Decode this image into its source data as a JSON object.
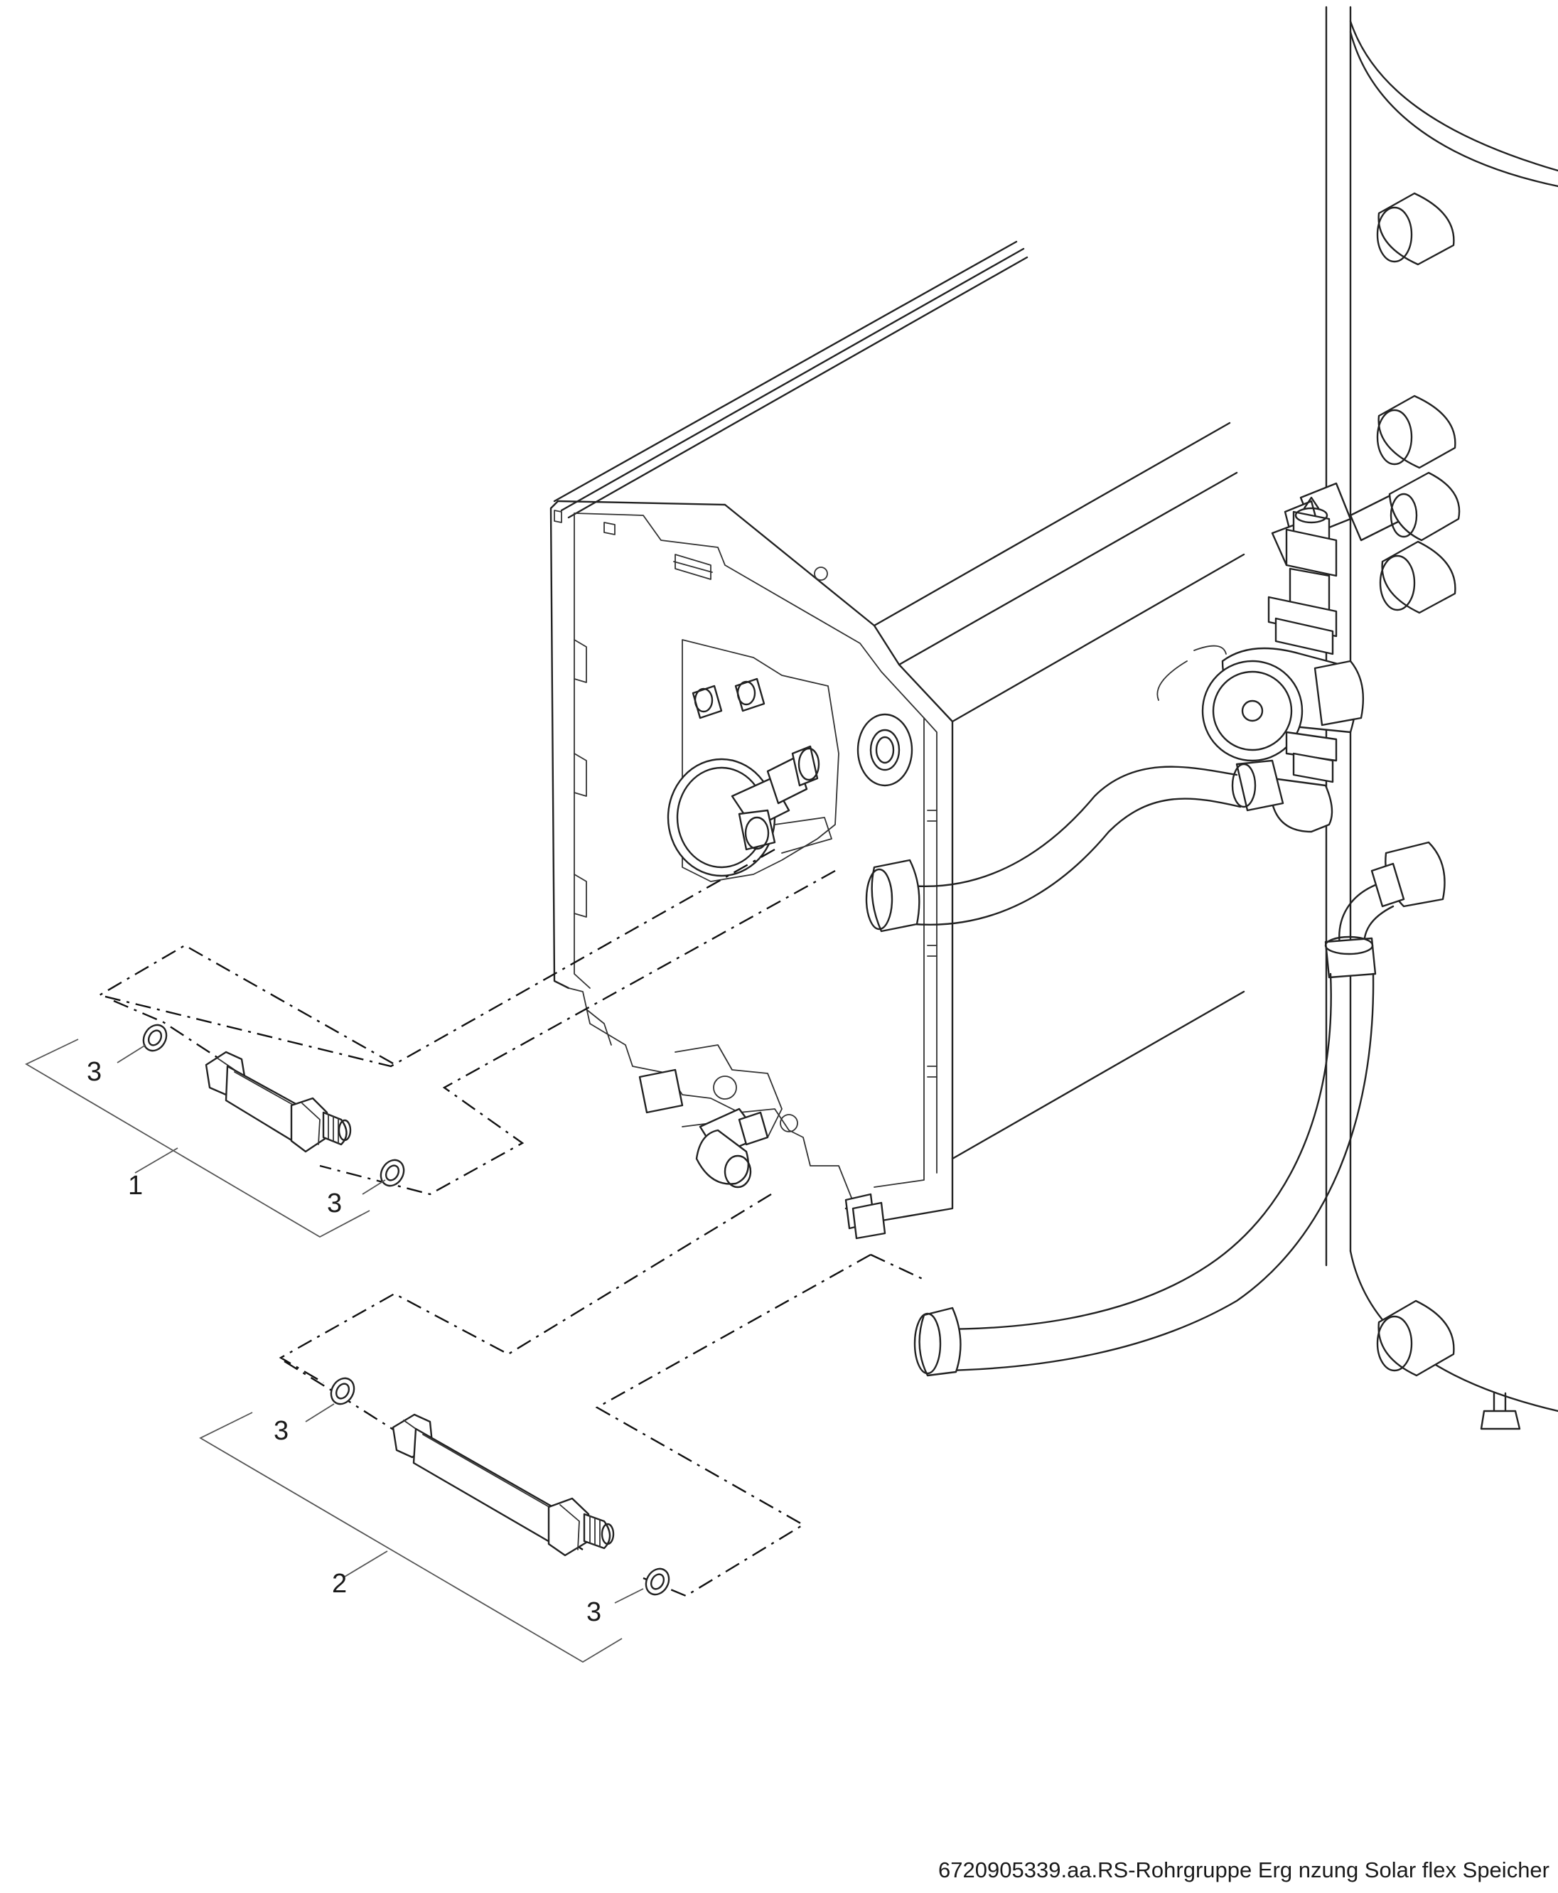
{
  "caption": "6720905339.aa.RS-Rohrgruppe Erg nzung Solar flex Speicher",
  "callouts": [
    {
      "id": "c-1",
      "text": "1"
    },
    {
      "id": "c-2",
      "text": "2"
    },
    {
      "id": "c-3a",
      "text": "3"
    },
    {
      "id": "c-3b",
      "text": "3"
    },
    {
      "id": "c-3c",
      "text": "3"
    },
    {
      "id": "c-3d",
      "text": "3"
    }
  ]
}
